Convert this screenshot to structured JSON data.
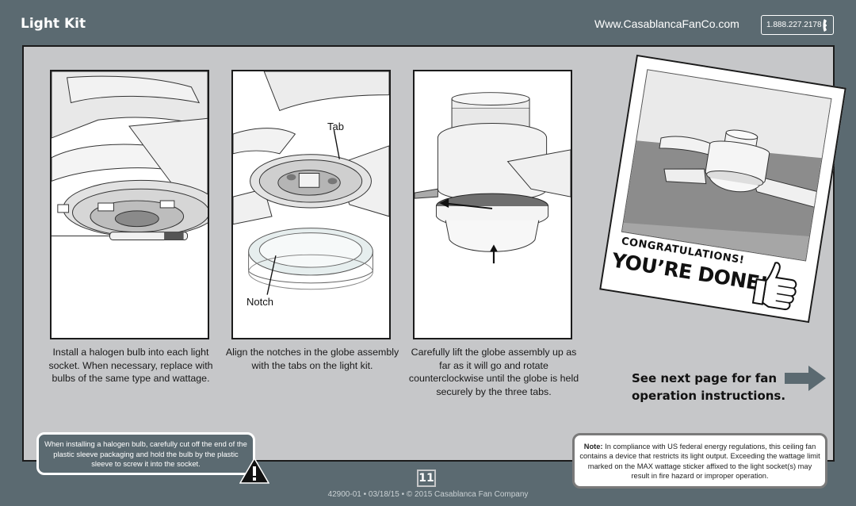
{
  "header": {
    "title": "Light Kit",
    "url": "Www.CasablancaFanCo.com",
    "phone": "1.888.227.2178"
  },
  "steps": [
    {
      "caption": "Install a halogen bulb into each light socket. When necessary, replace with bulbs of the same type and wattage."
    },
    {
      "caption": "Align the notches in the globe assembly with the tabs on the light kit.",
      "label_tab": "Tab",
      "label_notch": "Notch"
    },
    {
      "caption": "Carefully lift the globe assembly up as far as it will go and rotate counterclockwise until the globe is held securely by the three tabs."
    }
  ],
  "congrats": {
    "line1": "CONGRATULATIONS!",
    "line2": "YOU’RE DONE!"
  },
  "see_next": {
    "line1": "See next page for fan",
    "line2": "operation instructions."
  },
  "warning": {
    "text": "When installing a halogen bulb, carefully cut off the end of the plastic sleeve packaging and hold the bulb by the plastic sleeve to screw it into the socket."
  },
  "note": {
    "label": "Note:",
    "text": "In compliance with US federal energy regulations, this ceiling fan contains a device that restricts its light output. Exceeding the wattage limit marked on the MAX wattage sticker affixed to the light socket(s) may result in fire hazard or improper operation."
  },
  "page_number": "11",
  "footer": "42900-01 • 03/18/15 • © 2015 Casablanca Fan Company",
  "colors": {
    "background": "#5b6a71",
    "panel": "#c6c7c9",
    "white": "#ffffff"
  }
}
